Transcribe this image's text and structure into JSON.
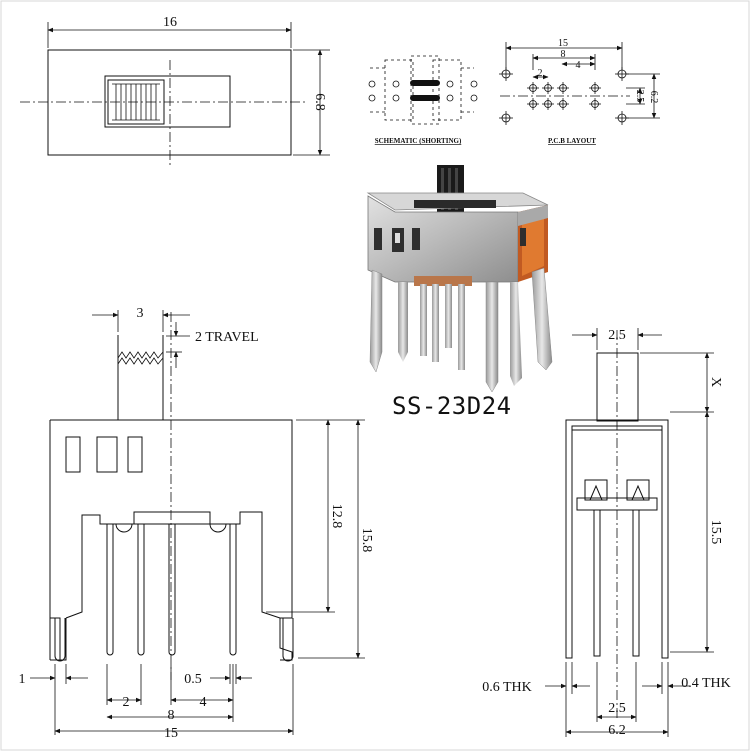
{
  "top_view": {
    "width": "16",
    "height": "6.8"
  },
  "schematic": {
    "label": "SCHEMATIC (SHORTING)"
  },
  "pcb_layout": {
    "label": "P.C.B LAYOUT",
    "dim_15": "15",
    "dim_8": "8",
    "dim_4": "4",
    "dim_2": "2",
    "dim_2_5": "2.5",
    "dim_6_2": "6.2"
  },
  "product": {
    "model": "SS-23D24"
  },
  "front_view": {
    "actuator_width": "3",
    "travel": "2 TRAVEL",
    "height_12_8": "12.8",
    "height_15_8": "15.8",
    "pin_offset": "1",
    "pin_width": "0.5",
    "pitch_2": "2",
    "pitch_4": "4",
    "span_8": "8",
    "span_15": "15"
  },
  "side_view": {
    "actuator_width": "2.5",
    "x_label": "X",
    "height_15_5": "15.5",
    "thk_left": "0.6 THK",
    "thk_right": "0.4 THK",
    "pitch": "2.5",
    "width": "6.2"
  }
}
